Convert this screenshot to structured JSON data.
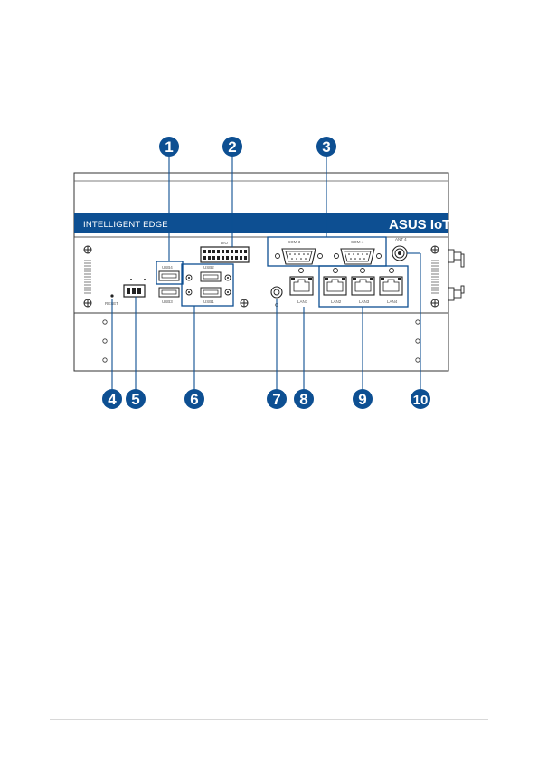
{
  "device": {
    "banner_text": "INTELLIGENT EDGE",
    "brand_text": "ASUS IoT",
    "accent_color": "#0d4f92",
    "port_labels": {
      "usb4": "USB4",
      "usb3": "USB3",
      "usb2": "USB2",
      "usb1": "USB1",
      "dio": "DIO",
      "com3": "COM 3",
      "com4": "COM 4",
      "lan1": "LAN1",
      "lan2": "LAN2",
      "lan3": "LAN3",
      "lan4": "LAN4",
      "reset": "RESET",
      "ant": "ANT 4"
    }
  },
  "callouts": [
    "1",
    "2",
    "3",
    "4",
    "5",
    "6",
    "7",
    "8",
    "9",
    "10"
  ]
}
